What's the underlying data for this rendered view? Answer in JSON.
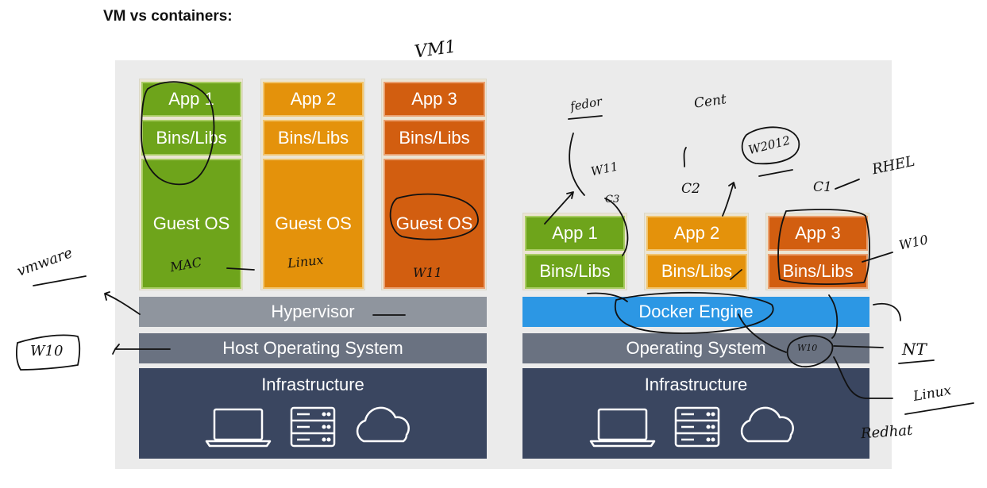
{
  "heading": "VM vs containers:",
  "vm_side": {
    "stacks": [
      {
        "app": "App 1",
        "libs": "Bins/Libs",
        "os": "Guest OS"
      },
      {
        "app": "App 2",
        "libs": "Bins/Libs",
        "os": "Guest OS"
      },
      {
        "app": "App 3",
        "libs": "Bins/Libs",
        "os": "Guest OS"
      }
    ],
    "hypervisor": "Hypervisor",
    "host_os": "Host Operating System",
    "infrastructure": "Infrastructure"
  },
  "container_side": {
    "stacks": [
      {
        "app": "App 1",
        "libs": "Bins/Libs"
      },
      {
        "app": "App 2",
        "libs": "Bins/Libs"
      },
      {
        "app": "App 3",
        "libs": "Bins/Libs"
      }
    ],
    "engine": "Docker Engine",
    "os": "Operating System",
    "infrastructure": "Infrastructure"
  },
  "handwritten": {
    "vm1": "VM1",
    "vmware": "vmware",
    "w10_left": "W10",
    "mac": "MAC",
    "linux": "Linux",
    "w11_a": "W11",
    "fedora": "fedor",
    "cent": "Cent",
    "w2012": "W2012",
    "rhel": "RHEL",
    "c1": "C1",
    "c2": "C2",
    "c3": "C3",
    "w11_b": "W11",
    "w10_right": "W10",
    "w10_small": "W10",
    "nt": "NT",
    "linux_right": "Linux",
    "redhat": "Redhat"
  },
  "colors": {
    "green": "#6ea41b",
    "orange": "#e4920b",
    "rust": "#d25e10",
    "hypervisor": "#8f959e",
    "host_os": "#6a7281",
    "infrastructure": "#3a4660",
    "docker_engine": "#2c97e4"
  },
  "icons": [
    "laptop-icon",
    "server-icon",
    "cloud-icon"
  ]
}
